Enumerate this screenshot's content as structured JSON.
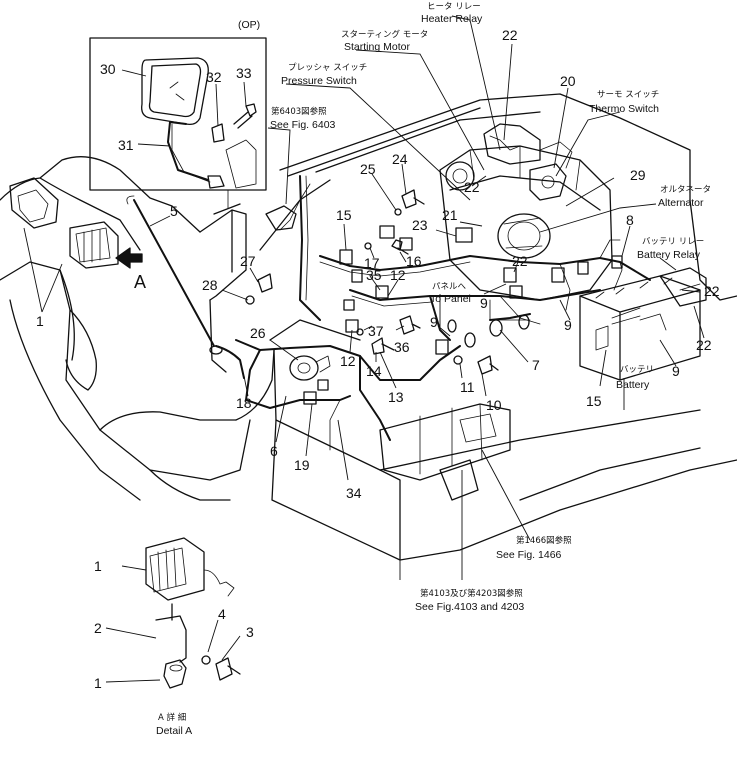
{
  "inset": {
    "option_label": "(OP)"
  },
  "callouts": {
    "heater_relay": {
      "jp": "ヒータ リレー",
      "en": "Heater Relay"
    },
    "starting_motor": {
      "jp": "スターティング モータ",
      "en": "Starting Motor"
    },
    "pressure_switch": {
      "jp": "プレッシャ スイッチ",
      "en": "Pressure Switch"
    },
    "see_fig_6403": {
      "jp": "第6403図参照",
      "en": "See Fig. 6403"
    },
    "thermo_switch": {
      "jp": "サーモ スイッチ",
      "en": "Thermo Switch"
    },
    "alternator": {
      "jp": "オルタネータ",
      "en": "Alternator"
    },
    "battery_relay": {
      "jp": "バッテリ リレー",
      "en": "Battery Relay"
    },
    "to_panel": {
      "jp": "パネルへ",
      "en": "To Panel"
    },
    "battery": {
      "jp": "バッテリ",
      "en": "Battery"
    },
    "see_fig_1466": {
      "jp": "第1466図参照",
      "en": "See Fig. 1466"
    },
    "see_fig_4103_4203": {
      "jp": "第4103及び第4203図参照",
      "en": "See Fig.4103 and 4203"
    },
    "detail_a": {
      "jp": "A 詳 細",
      "en": "Detail A"
    },
    "view_arrow": "A"
  },
  "part_numbers": {
    "p1a": "1",
    "p1b": "1",
    "p1c": "1",
    "p2": "2",
    "p3": "3",
    "p4": "4",
    "p5": "5",
    "p6": "6",
    "p7": "7",
    "p8": "8",
    "p9a": "9",
    "p9b": "9",
    "p9c": "9",
    "p9d": "9",
    "p10": "10",
    "p11": "11",
    "p12a": "12",
    "p12b": "12",
    "p13": "13",
    "p14": "14",
    "p15a": "15",
    "p15b": "15",
    "p16": "16",
    "p17": "17",
    "p18": "18",
    "p19": "19",
    "p20": "20",
    "p21": "21",
    "p22a": "22",
    "p22b": "22",
    "p22c": "22",
    "p22d": "22",
    "p22e": "22",
    "p23": "23",
    "p24": "24",
    "p25": "25",
    "p26": "26",
    "p27": "27",
    "p28": "28",
    "p29": "29",
    "p30": "30",
    "p31": "31",
    "p32": "32",
    "p33": "33",
    "p34": "34",
    "p35": "35",
    "p36": "36",
    "p37": "37"
  }
}
